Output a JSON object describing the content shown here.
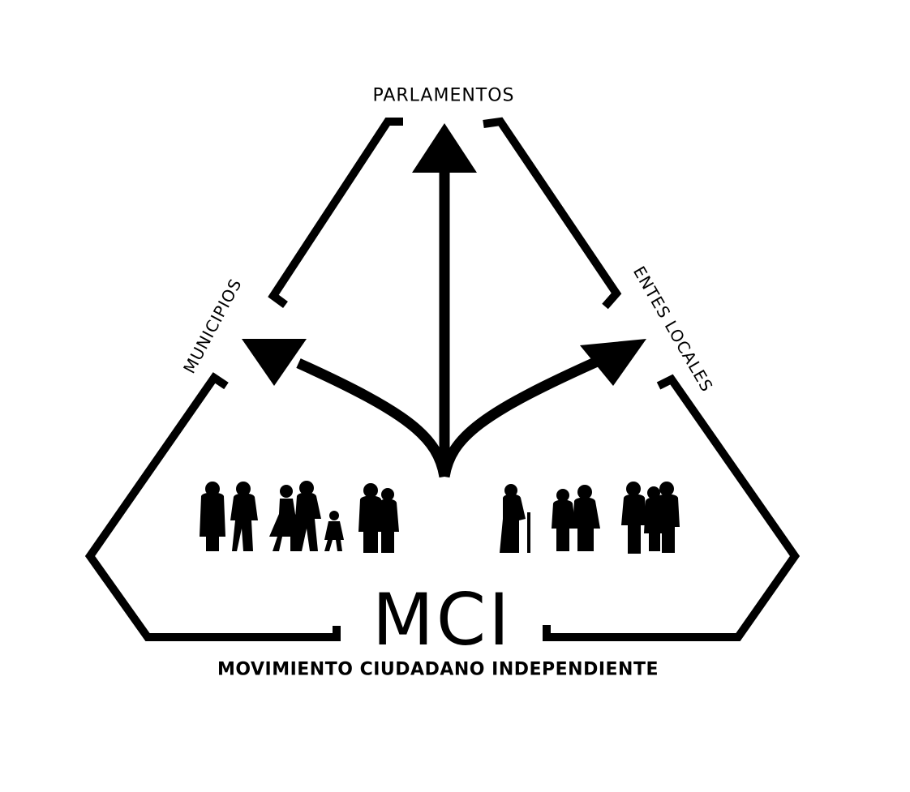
{
  "logo": {
    "acronym": "MCI",
    "name": "MOVIMIENTO CIUDADANO INDEPENDIENTE",
    "labels": {
      "top": "PARLAMENTOS",
      "left": "MUNICIPIOS",
      "right": "ENTES LOCALES"
    },
    "ink_color": "#000000",
    "background_color": "#ffffff"
  }
}
